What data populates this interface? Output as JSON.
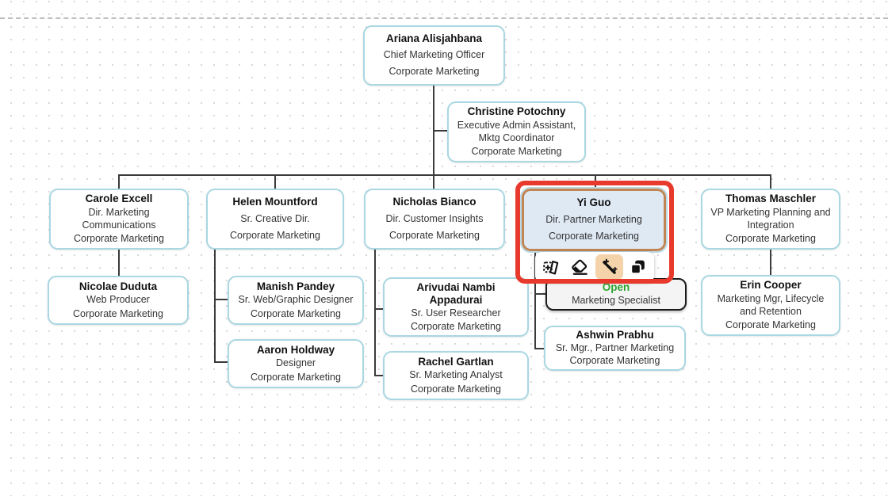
{
  "app": {
    "view": "org-chart"
  },
  "colors": {
    "annotation_red": "#e83a2c",
    "selected_node_border": "#c08552",
    "selected_node_fill": "#dfe9f4",
    "node_border": "#a9d7e2",
    "open_role_green": "#2ba52e",
    "toolbar_active_bg": "#f4d3ab",
    "connector": "#3b3b3b"
  },
  "toolbar": {
    "buttons": [
      {
        "icon": "add-node-icon",
        "active": false
      },
      {
        "icon": "eraser-icon",
        "active": false
      },
      {
        "icon": "magic-wand-icon",
        "active": true
      },
      {
        "icon": "copy-icon",
        "active": false
      }
    ]
  },
  "nodes": [
    {
      "name": "Ariana Alisjahbana",
      "title": "Chief Marketing Officer",
      "department": "Corporate Marketing"
    },
    {
      "name": "Christine Potochny",
      "title": "Executive Admin Assistant, Mktg Coordinator",
      "department": "Corporate Marketing"
    },
    {
      "name": "Carole Excell",
      "title": "Dir. Marketing Communications",
      "department": "Corporate Marketing"
    },
    {
      "name": "Helen Mountford",
      "title": "Sr. Creative Dir.",
      "department": "Corporate Marketing"
    },
    {
      "name": "Nicholas Bianco",
      "title": "Dir. Customer Insights",
      "department": "Corporate Marketing"
    },
    {
      "name": "Yi Guo",
      "title": "Dir. Partner Marketing",
      "department": "Corporate Marketing",
      "state": "selected"
    },
    {
      "name": "Thomas Maschler",
      "title": "VP Marketing Planning and Integration",
      "department": "Corporate Marketing"
    },
    {
      "name": "Nicolae Duduta",
      "title": "Web Producer",
      "department": "Corporate Marketing"
    },
    {
      "name": "Manish Pandey",
      "title": "Sr. Web/Graphic Designer",
      "department": "Corporate Marketing"
    },
    {
      "name": "Aaron Holdway",
      "title": "Designer",
      "department": "Corporate Marketing"
    },
    {
      "name": "Arivudai Nambi Appadurai",
      "title": "Sr. User Researcher",
      "department": "Corporate Marketing"
    },
    {
      "name": "Rachel Gartlan",
      "title": "Sr. Marketing Analyst",
      "department": "Corporate Marketing"
    },
    {
      "name": "Open",
      "title": "Marketing Specialist",
      "state": "open-position"
    },
    {
      "name": "Ashwin Prabhu",
      "title": "Sr. Mgr., Partner Marketing",
      "department": "Corporate Marketing"
    },
    {
      "name": "Erin Cooper",
      "title": "Marketing Mgr, Lifecycle and Retention",
      "department": "Corporate Marketing"
    }
  ]
}
